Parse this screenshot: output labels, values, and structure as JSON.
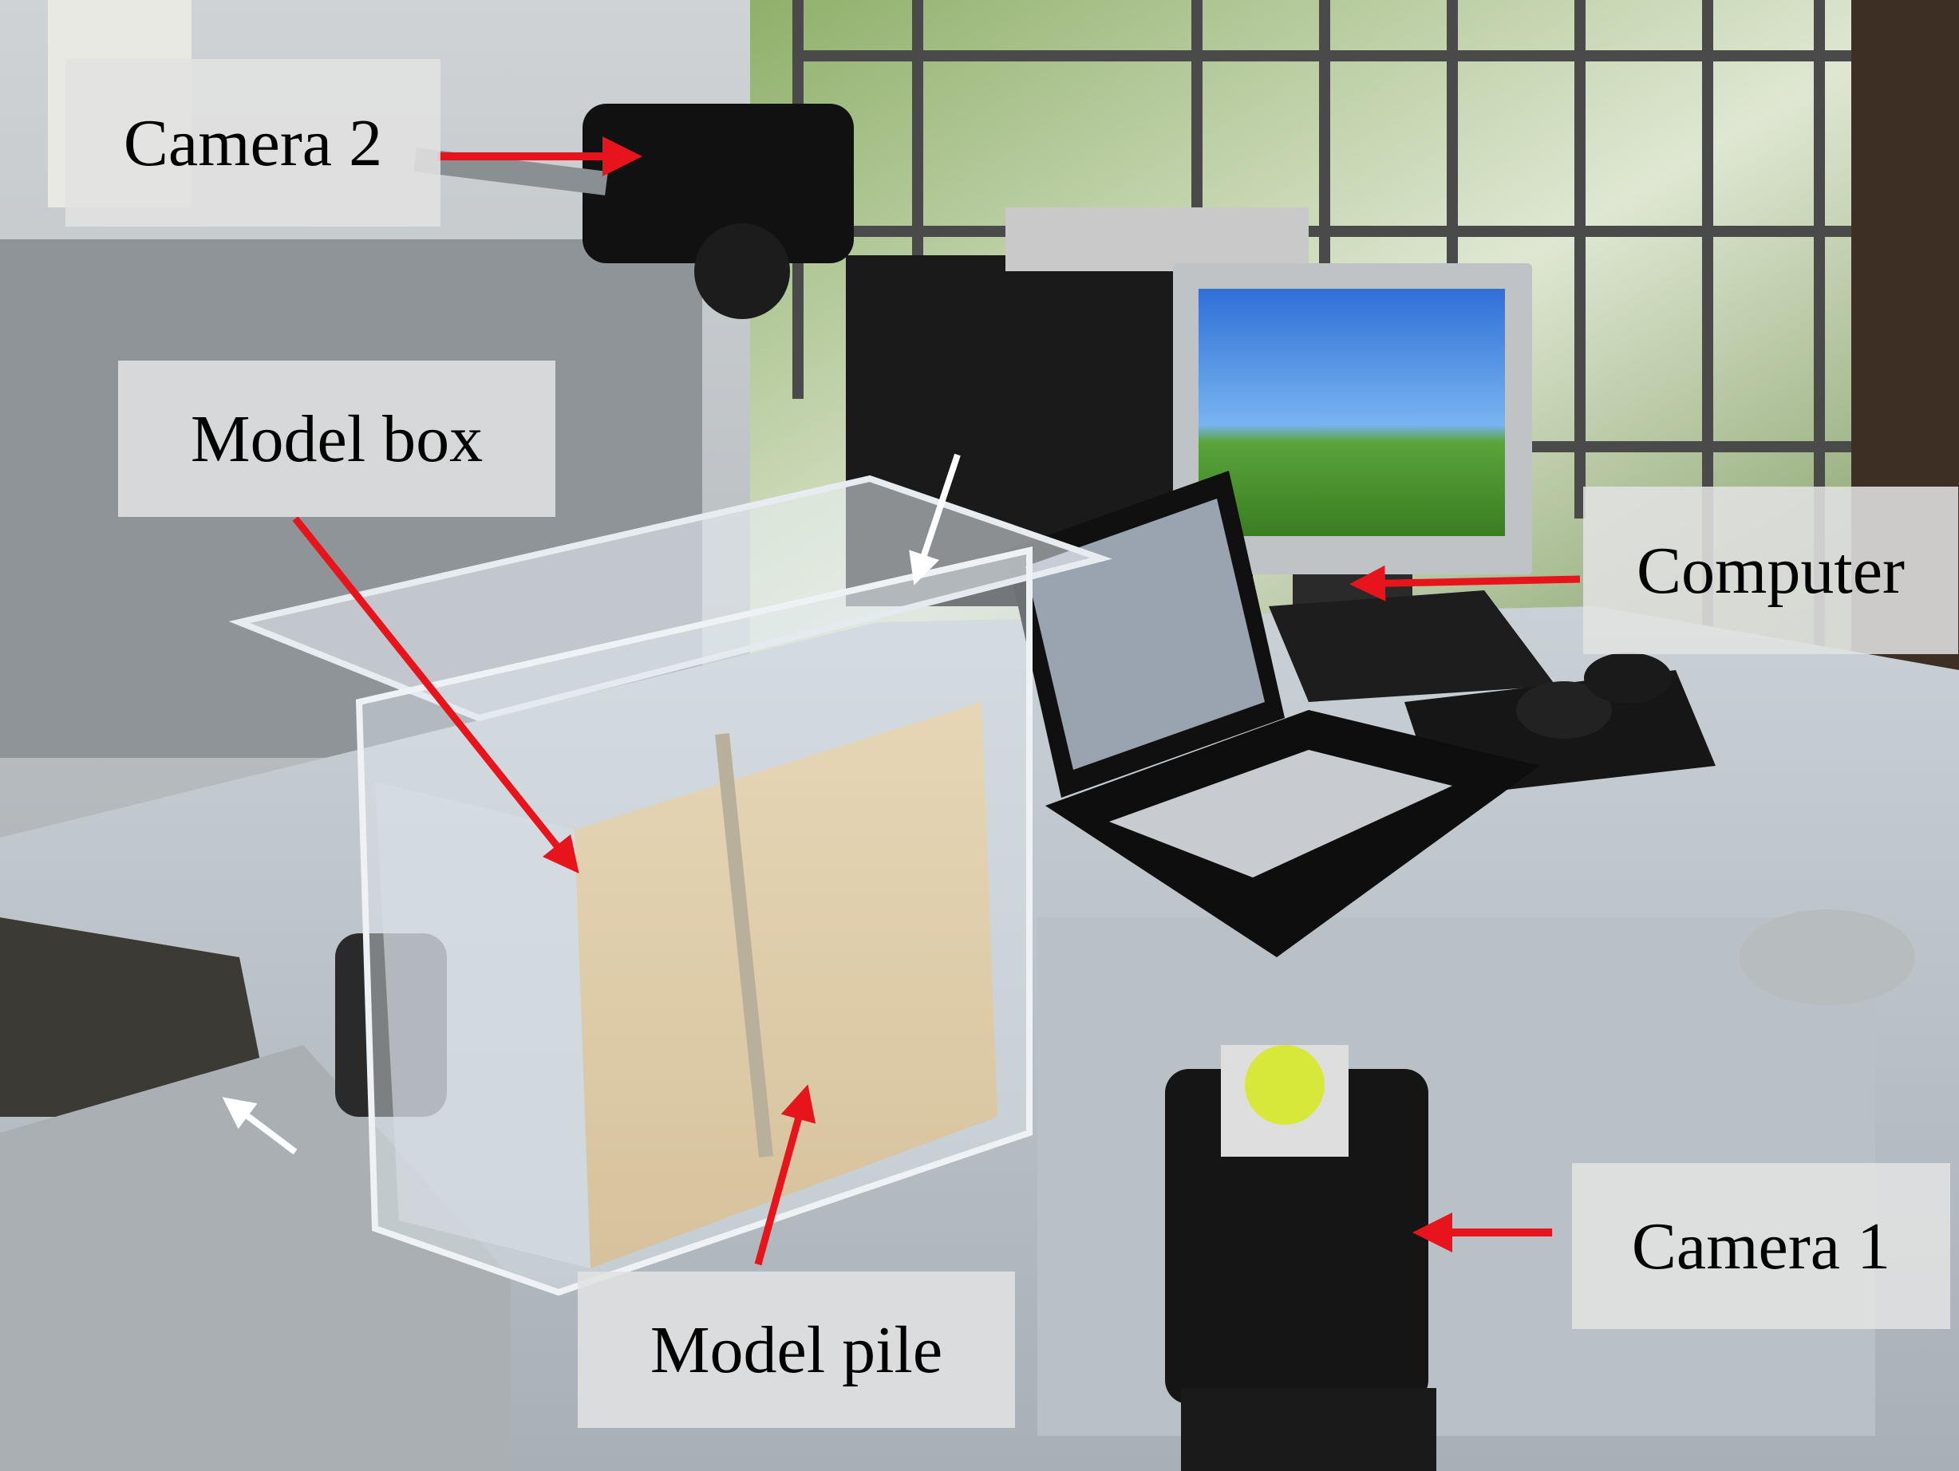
{
  "labels": {
    "camera2": "Camera 2",
    "model_box": "Model box",
    "computer": "Computer",
    "camera1": "Camera 1",
    "model_pile": "Model pile"
  },
  "colors": {
    "arrow_red": "#e8141b",
    "arrow_white": "#ffffff",
    "label_bg": "#e1e1e1"
  }
}
